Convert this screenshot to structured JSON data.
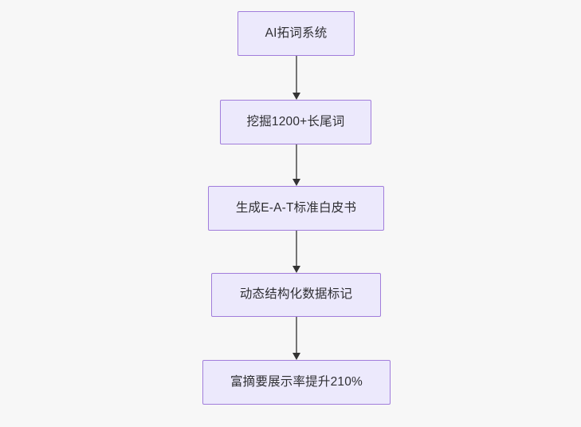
{
  "diagram": {
    "type": "flowchart",
    "orientation": "top-to-bottom",
    "background_color": "#f7f7f7",
    "node_fill_color": "#ece9fc",
    "node_border_color": "#a17ddb",
    "node_text_color": "#2f2f33",
    "edge_line_color": "#757575",
    "edge_arrow_color": "#333333",
    "nodes": [
      {
        "id": "n1",
        "label": "AI拓词系统"
      },
      {
        "id": "n2",
        "label": "挖掘1200+长尾词"
      },
      {
        "id": "n3",
        "label": "生成E-A-T标准白皮书"
      },
      {
        "id": "n4",
        "label": "动态结构化数据标记"
      },
      {
        "id": "n5",
        "label": "富摘要展示率提升210%"
      }
    ],
    "edges": [
      {
        "from": "n1",
        "to": "n2",
        "label": ""
      },
      {
        "from": "n2",
        "to": "n3",
        "label": ""
      },
      {
        "from": "n3",
        "to": "n4",
        "label": ""
      },
      {
        "from": "n4",
        "to": "n5",
        "label": ""
      }
    ]
  }
}
